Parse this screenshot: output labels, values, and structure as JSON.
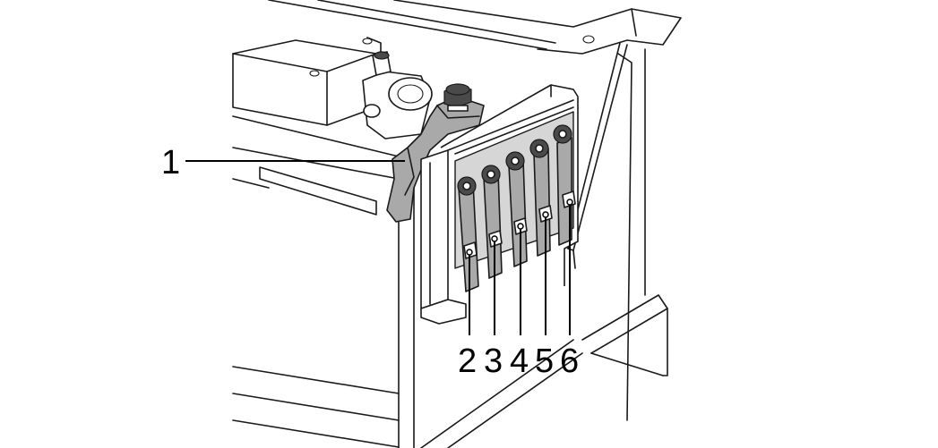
{
  "callouts": [
    {
      "id": "1",
      "label": "1"
    },
    {
      "id": "2",
      "label": "2"
    },
    {
      "id": "3",
      "label": "3"
    },
    {
      "id": "4",
      "label": "4"
    },
    {
      "id": "5",
      "label": "5"
    },
    {
      "id": "6",
      "label": "6"
    }
  ],
  "colors": {
    "line": "#1a1a1a",
    "clamp_fill": "#a9a9a9",
    "background": "#ffffff"
  }
}
